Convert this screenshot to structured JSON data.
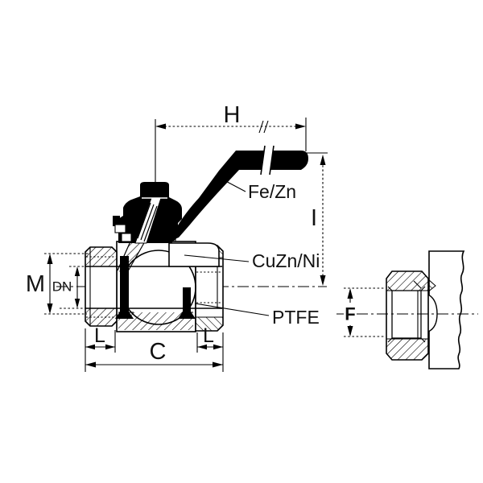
{
  "drawing": {
    "kind": "ball valve technical drawing",
    "background": "#ffffff",
    "ink": "#000000"
  },
  "main_view": {
    "dim_H": "H",
    "dim_I": "I",
    "dim_M": "M",
    "dim_DN": "DN",
    "dim_L_left": "L",
    "dim_L_right": "L",
    "dim_C": "C",
    "material_handle": "Fe/Zn",
    "material_body": "CuZn/Ni",
    "material_seal": "PTFE"
  },
  "side_view": {
    "dim_F": "F"
  }
}
